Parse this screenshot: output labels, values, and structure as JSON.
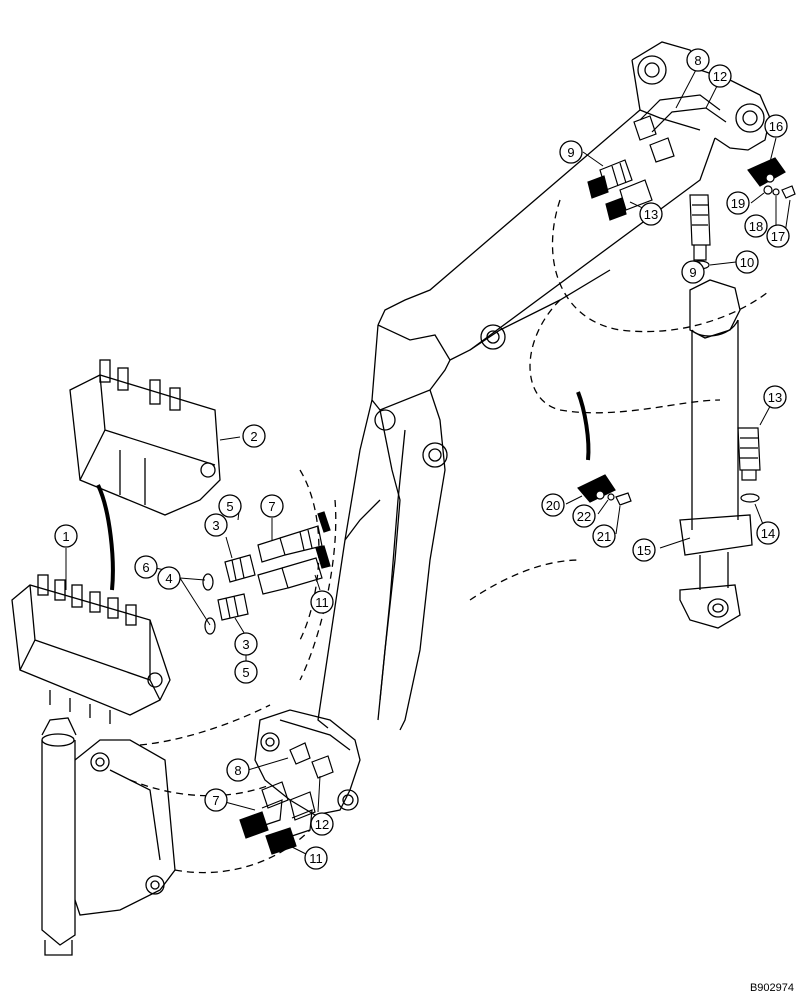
{
  "figure": {
    "reference_code": "B902974"
  },
  "callouts": [
    {
      "id": "c1",
      "label": "1"
    },
    {
      "id": "c2",
      "label": "2"
    },
    {
      "id": "c3a",
      "label": "3"
    },
    {
      "id": "c3b",
      "label": "3"
    },
    {
      "id": "c4",
      "label": "4"
    },
    {
      "id": "c5a",
      "label": "5"
    },
    {
      "id": "c5b",
      "label": "5"
    },
    {
      "id": "c6",
      "label": "6"
    },
    {
      "id": "c7a",
      "label": "7"
    },
    {
      "id": "c7b",
      "label": "7"
    },
    {
      "id": "c8a",
      "label": "8"
    },
    {
      "id": "c8b",
      "label": "8"
    },
    {
      "id": "c9a",
      "label": "9"
    },
    {
      "id": "c9b",
      "label": "9"
    },
    {
      "id": "c10",
      "label": "10"
    },
    {
      "id": "c11a",
      "label": "11"
    },
    {
      "id": "c11b",
      "label": "11"
    },
    {
      "id": "c12a",
      "label": "12"
    },
    {
      "id": "c12b",
      "label": "12"
    },
    {
      "id": "c13a",
      "label": "13"
    },
    {
      "id": "c13b",
      "label": "13"
    },
    {
      "id": "c14",
      "label": "14"
    },
    {
      "id": "c15",
      "label": "15"
    },
    {
      "id": "c16",
      "label": "16"
    },
    {
      "id": "c17",
      "label": "17"
    },
    {
      "id": "c18",
      "label": "18"
    },
    {
      "id": "c19",
      "label": "19"
    },
    {
      "id": "c20",
      "label": "20"
    },
    {
      "id": "c21",
      "label": "21"
    },
    {
      "id": "c22",
      "label": "22"
    }
  ]
}
